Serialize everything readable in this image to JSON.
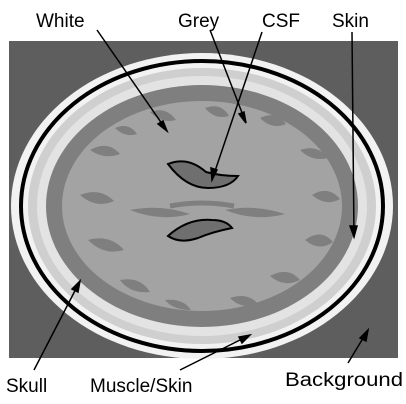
{
  "labels": {
    "white": "White",
    "grey": "Grey",
    "csf": "CSF",
    "skin_top": "Skin",
    "skull": "Skull",
    "muscle_skin": "Muscle/Skin",
    "background": "Background"
  },
  "colors": {
    "background": "#5e5e5e",
    "skin": "#f2f2f2",
    "skull_ring": "#cfcfcf",
    "dark_rim": "#000000",
    "muscle": "#d7d7d7",
    "grey_matter": "#7f7f7f",
    "white_matter": "#a3a3a3",
    "csf": "#6f6f6f"
  }
}
